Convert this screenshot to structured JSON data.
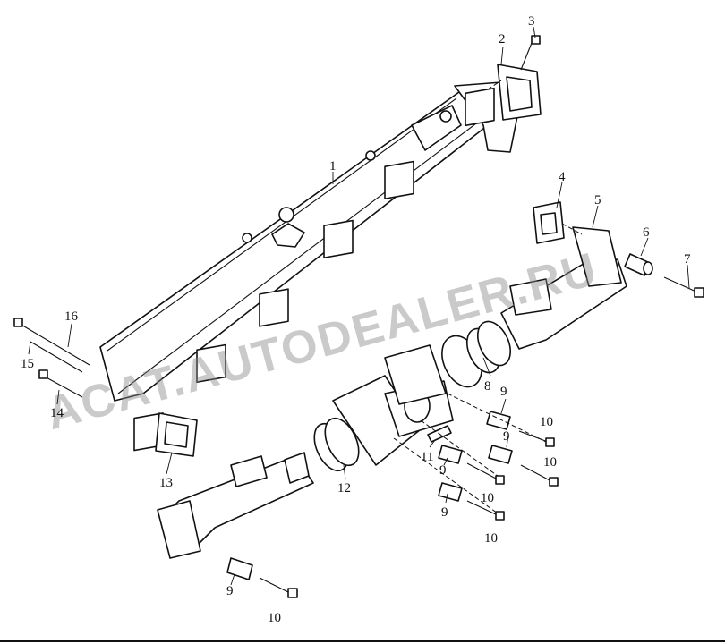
{
  "watermark": "ACAT.AUTODEALER.RU",
  "callouts": [
    {
      "id": "c1",
      "label": "1"
    },
    {
      "id": "c2",
      "label": "2"
    },
    {
      "id": "c3",
      "label": "3"
    },
    {
      "id": "c4",
      "label": "4"
    },
    {
      "id": "c5",
      "label": "5"
    },
    {
      "id": "c6",
      "label": "6"
    },
    {
      "id": "c7",
      "label": "7"
    },
    {
      "id": "c8",
      "label": "8"
    },
    {
      "id": "c9a",
      "label": "9"
    },
    {
      "id": "c9b",
      "label": "9"
    },
    {
      "id": "c9c",
      "label": "9"
    },
    {
      "id": "c9d",
      "label": "9"
    },
    {
      "id": "c9e",
      "label": "9"
    },
    {
      "id": "c10a",
      "label": "10"
    },
    {
      "id": "c10b",
      "label": "10"
    },
    {
      "id": "c10c",
      "label": "10"
    },
    {
      "id": "c10d",
      "label": "10"
    },
    {
      "id": "c10e",
      "label": "10"
    },
    {
      "id": "c11",
      "label": "11"
    },
    {
      "id": "c12",
      "label": "12"
    },
    {
      "id": "c13",
      "label": "13"
    },
    {
      "id": "c14",
      "label": "14"
    },
    {
      "id": "c15",
      "label": "15"
    },
    {
      "id": "c16",
      "label": "16"
    }
  ]
}
